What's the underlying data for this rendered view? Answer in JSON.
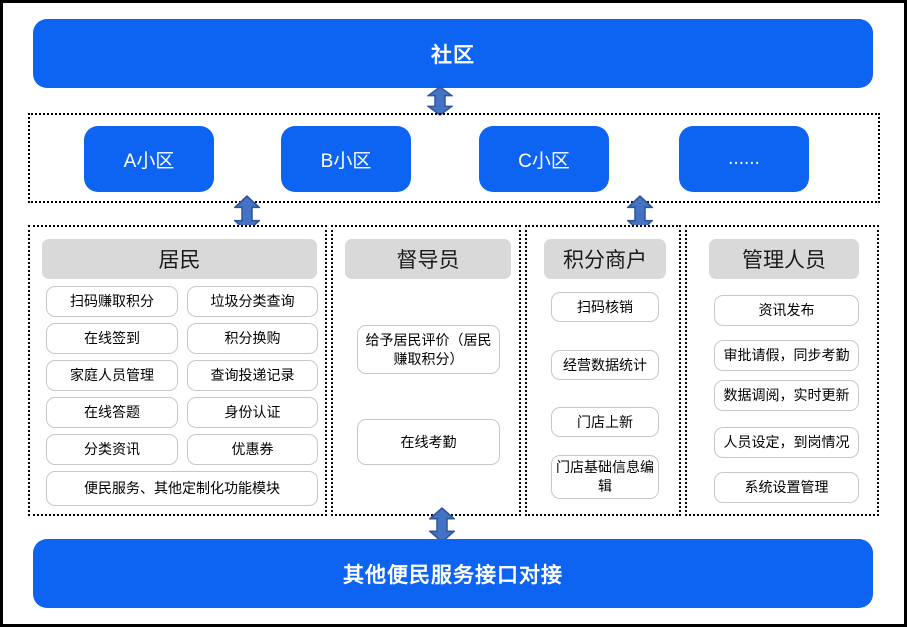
{
  "top_banner": {
    "label": "社区"
  },
  "districts": {
    "items": [
      {
        "label": "A小区"
      },
      {
        "label": "B小区"
      },
      {
        "label": "C小区"
      },
      {
        "label": "......"
      }
    ]
  },
  "columns": [
    {
      "header": "居民",
      "items": [
        "扫码赚取积分",
        "垃圾分类查询",
        "在线签到",
        "积分换购",
        "家庭人员管理",
        "查询投递记录",
        "在线答题",
        "身份认证",
        "分类资讯",
        "优惠券",
        "便民服务、其他定制化功能模块"
      ]
    },
    {
      "header": "督导员",
      "items": [
        "给予居民评价（居民赚取积分）",
        "在线考勤"
      ]
    },
    {
      "header": "积分商户",
      "items": [
        "扫码核销",
        "经营数据统计",
        "门店上新",
        "门店基础信息编辑"
      ]
    },
    {
      "header": "管理人员",
      "items": [
        "资讯发布",
        "审批请假，同步考勤",
        "数据调阅，实时更新",
        "人员设定，到岗情况",
        "系统设置管理"
      ]
    }
  ],
  "bottom_banner": {
    "label": "其他便民服务接口对接"
  },
  "colors": {
    "primary_blue": "#0d64f2",
    "arrow_fill": "#4472c4",
    "arrow_stroke": "#2f5597",
    "header_gray": "#d9d9d9",
    "item_border": "#c8c8c8",
    "frame_black": "#000000"
  }
}
